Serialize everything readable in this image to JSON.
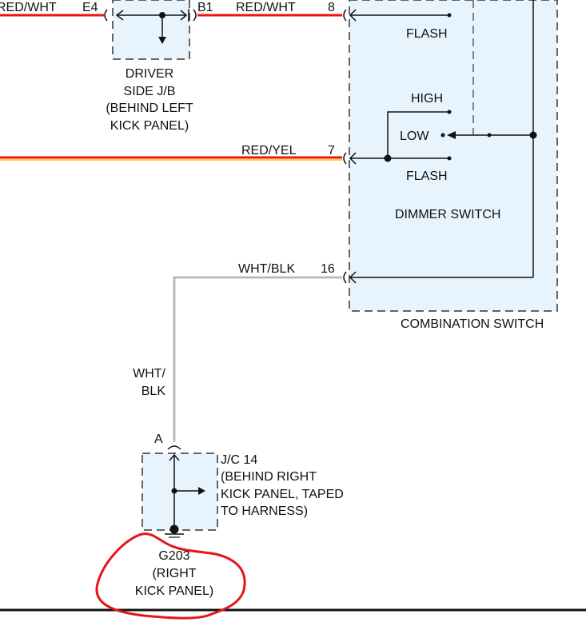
{
  "diagram": {
    "wires": {
      "top_left_color": "RED/WHT",
      "top_left_pin": "E4",
      "top_mid_pin": "B1",
      "top_mid_color": "RED/WHT",
      "top_right_pin": "8",
      "mid_color": "RED/YEL",
      "mid_pin": "7",
      "low_color": "WHT/BLK",
      "low_pin": "16",
      "vertical_color_line1": "WHT/",
      "vertical_color_line2": "BLK",
      "jc_pin": "A"
    },
    "driver_jb": {
      "line1": "DRIVER",
      "line2": "SIDE J/B",
      "line3": "(BEHIND LEFT",
      "line4": "KICK PANEL)"
    },
    "combination_switch": {
      "label": "COMBINATION SWITCH",
      "dimmer_label": "DIMMER SWITCH",
      "positions": [
        "FLASH",
        "HIGH",
        "LOW",
        "FLASH"
      ]
    },
    "jc14": {
      "line1": "J/C 14",
      "line2": "(BEHIND RIGHT",
      "line3": "KICK PANEL, TAPED",
      "line4": "TO HARNESS)"
    },
    "ground": {
      "line1": "G203",
      "line2": "(RIGHT",
      "line3": "KICK PANEL)"
    },
    "colors": {
      "red_wire": "#ee1111",
      "yellow_stripe": "#f5c400",
      "wht_blk_wire": "#c8c8c8",
      "component_fill": "#e8f4fd",
      "annotation_circle": "#e8141c"
    }
  }
}
